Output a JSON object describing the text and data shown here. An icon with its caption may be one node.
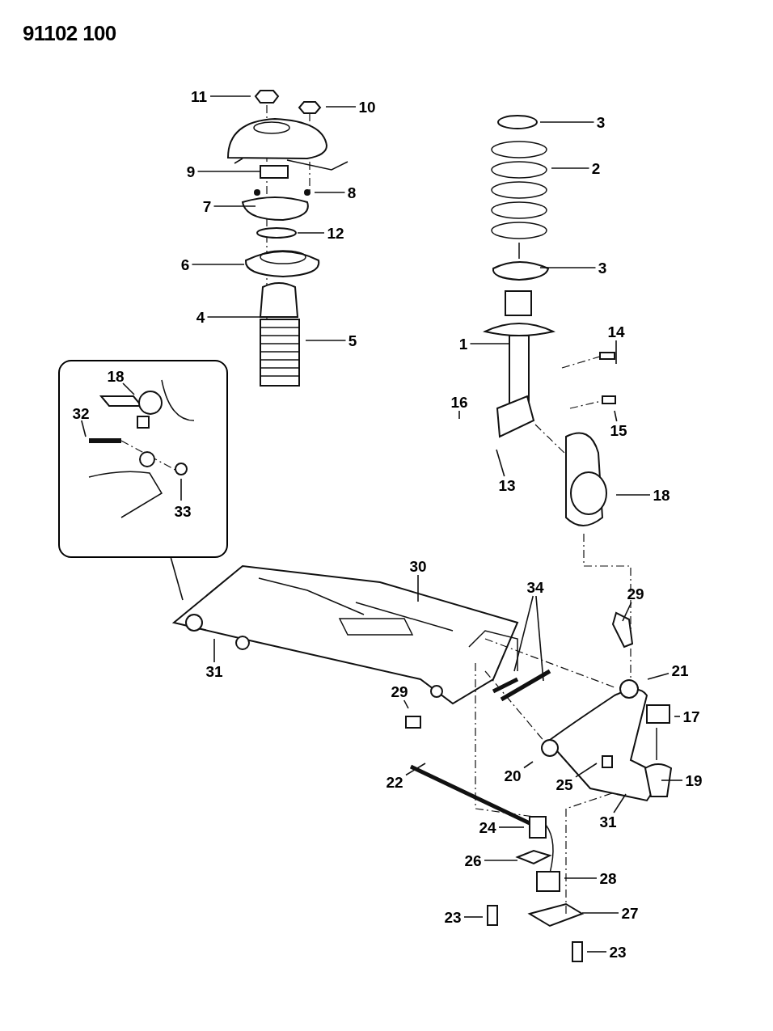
{
  "diagram": {
    "nodes": [
      {
        "text": [
          "11"
        ]
      },
      {
        "text": [
          "10"
        ]
      },
      {
        "text": [
          "3"
        ]
      },
      {
        "text": [
          "9"
        ]
      },
      {
        "text": [
          "2"
        ]
      },
      {
        "text": [
          "8"
        ]
      },
      {
        "text": [
          "7"
        ]
      },
      {
        "text": [
          "12"
        ]
      },
      {
        "text": [
          "6"
        ]
      },
      {
        "text": [
          "3"
        ]
      },
      {
        "text": [
          "4"
        ]
      },
      {
        "text": [
          "14"
        ]
      },
      {
        "text": [
          "1"
        ]
      },
      {
        "text": [
          "5"
        ]
      },
      {
        "text": [],
        "shape": "box"
      },
      {
        "text": [
          "18"
        ],
        "in": 14
      },
      {
        "text": [
          "32"
        ],
        "in": 14
      },
      {
        "text": [
          "16"
        ]
      },
      {
        "text": [
          "15"
        ]
      },
      {
        "text": [
          "13"
        ]
      },
      {
        "text": [
          "18"
        ]
      },
      {
        "text": [
          "33"
        ],
        "in": 14
      },
      {
        "text": [
          "30"
        ]
      },
      {
        "text": [
          "34"
        ]
      },
      {
        "text": [
          "29"
        ]
      },
      {
        "text": [
          "31"
        ]
      },
      {
        "text": [
          "21"
        ]
      },
      {
        "text": [
          "29"
        ]
      },
      {
        "text": [
          "17"
        ]
      },
      {
        "text": [
          "20"
        ]
      },
      {
        "text": [
          "25"
        ]
      },
      {
        "text": [
          "19"
        ]
      },
      {
        "text": [
          "22"
        ]
      },
      {
        "text": [
          "31"
        ]
      },
      {
        "text": [
          "24"
        ]
      },
      {
        "text": [
          "26"
        ]
      },
      {
        "text": [
          "28"
        ]
      },
      {
        "text": [
          "23"
        ]
      },
      {
        "text": [
          "27"
        ]
      },
      {
        "text": [
          "23"
        ]
      }
    ],
    "edges": [
      {
        "from": 0,
        "to": null,
        "arrow": "none"
      },
      {
        "from": 1,
        "to": null,
        "arrow": "none"
      },
      {
        "from": 2,
        "to": null,
        "arrow": "none"
      },
      {
        "from": 3,
        "to": null,
        "arrow": "none"
      },
      {
        "from": 4,
        "to": null,
        "arrow": "none"
      },
      {
        "from": 5,
        "to": null,
        "arrow": "none"
      },
      {
        "from": 6,
        "to": null,
        "arrow": "none"
      },
      {
        "from": 7,
        "to": null,
        "arrow": "none"
      },
      {
        "from": 8,
        "to": null,
        "arrow": "none"
      },
      {
        "from": 9,
        "to": null,
        "arrow": "none"
      },
      {
        "from": 10,
        "to": null,
        "arrow": "none"
      },
      {
        "from": 11,
        "to": null,
        "arrow": "none"
      },
      {
        "from": 12,
        "to": null,
        "arrow": "none"
      },
      {
        "from": 13,
        "to": null,
        "arrow": "none"
      },
      {
        "from": 14,
        "to": null,
        "arrow": "none"
      },
      {
        "from": 15,
        "to": null,
        "arrow": "none"
      },
      {
        "from": 16,
        "to": null,
        "arrow": "none"
      },
      {
        "from": 17,
        "to": null,
        "arrow": "none"
      },
      {
        "from": 18,
        "to": null,
        "arrow": "none"
      },
      {
        "from": 19,
        "to": null,
        "arrow": "none"
      },
      {
        "from": 20,
        "to": null,
        "arrow": "none"
      },
      {
        "from": 21,
        "to": null,
        "arrow": "none"
      },
      {
        "from": 22,
        "to": null,
        "arrow": "none"
      },
      {
        "from": 23,
        "to": null,
        "arrow": "none"
      },
      {
        "from": 23,
        "to": null,
        "arrow": "none"
      },
      {
        "from": 24,
        "to": null,
        "arrow": "none"
      },
      {
        "from": 25,
        "to": null,
        "arrow": "none"
      },
      {
        "from": 26,
        "to": null,
        "arrow": "none"
      },
      {
        "from": 27,
        "to": null,
        "arrow": "none"
      },
      {
        "from": 28,
        "to": null,
        "arrow": "none"
      },
      {
        "from": 29,
        "to": null,
        "arrow": "none"
      },
      {
        "from": 30,
        "to": null,
        "arrow": "none"
      },
      {
        "from": 31,
        "to": null,
        "arrow": "none"
      },
      {
        "from": 32,
        "to": null,
        "arrow": "none"
      },
      {
        "from": 33,
        "to": null,
        "arrow": "none"
      },
      {
        "from": 34,
        "to": null,
        "arrow": "none"
      },
      {
        "from": 35,
        "to": null,
        "arrow": "none"
      },
      {
        "from": 36,
        "to": null,
        "arrow": "none"
      },
      {
        "from": 37,
        "to": null,
        "arrow": "none"
      },
      {
        "from": 38,
        "to": null,
        "arrow": "none"
      },
      {
        "from": 39,
        "to": null,
        "arrow": "none"
      }
    ],
    "labels": [
      "91102 100"
    ]
  }
}
